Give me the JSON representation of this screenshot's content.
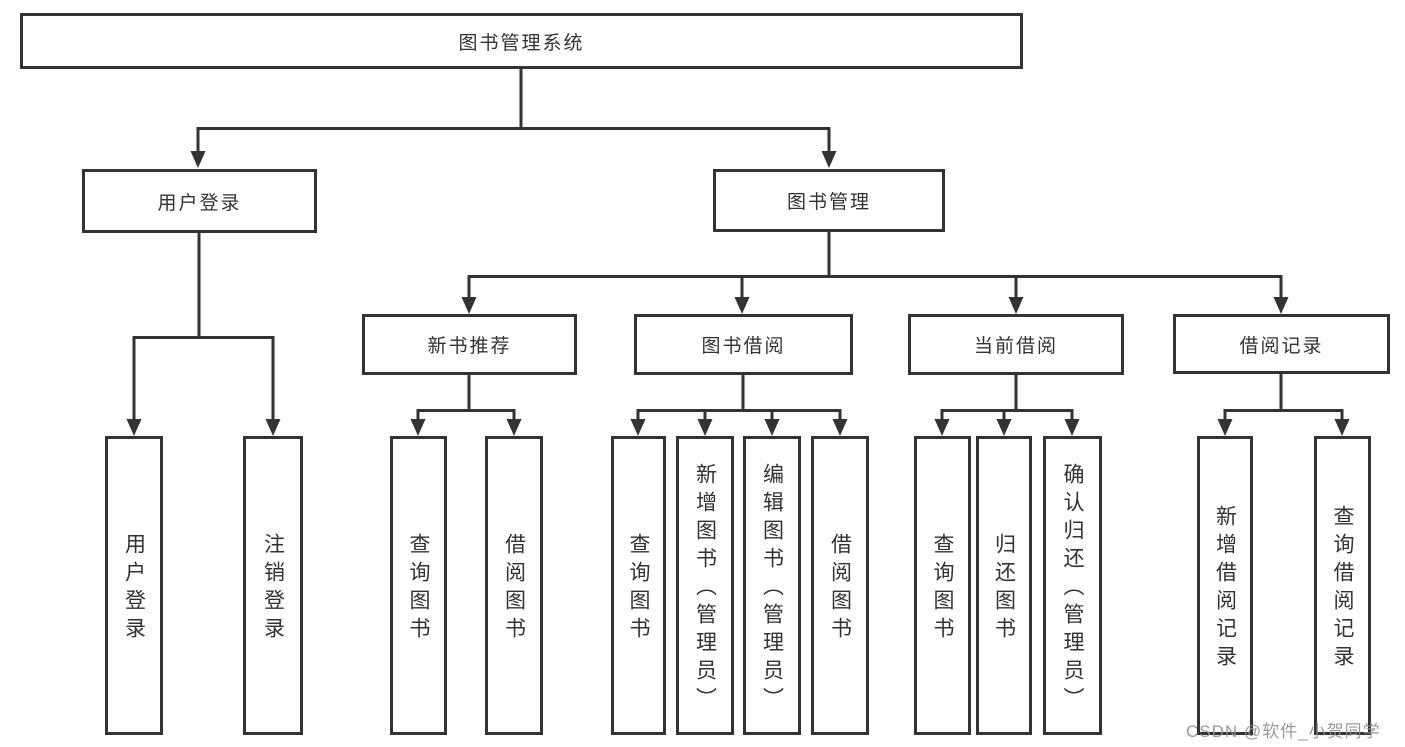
{
  "nodes": {
    "root": "图书管理系统",
    "level2": [
      "用户登录",
      "图书管理"
    ],
    "level3": [
      "新书推荐",
      "图书借阅",
      "当前借阅",
      "借阅记录"
    ],
    "leaves": [
      "用户登录",
      "注销登录",
      "查询图书",
      "借阅图书",
      "查询图书",
      "新增图书（管理员）",
      "编辑图书（管理员）",
      "借阅图书",
      "查询图书",
      "归还图书",
      "确认归还（管理员）",
      "新增借阅记录",
      "查询借阅记录"
    ]
  },
  "watermark": "CSDN @软件_小贺同学",
  "colors": {
    "line": "#333333",
    "box_border": "#333333",
    "text": "#333333",
    "background": "#ffffff",
    "watermark": "#8e9299"
  }
}
